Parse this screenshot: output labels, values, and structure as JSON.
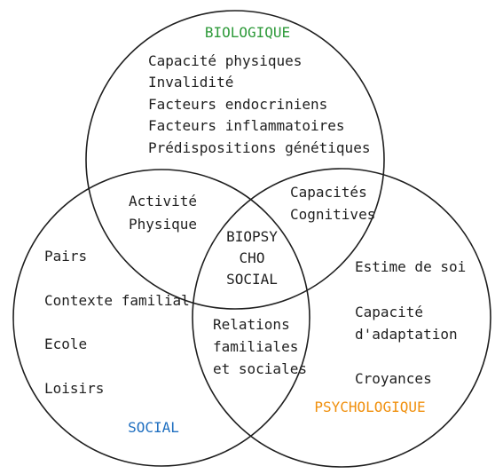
{
  "colors": {
    "biologique": "#2e9a3a",
    "social": "#1f6fc0",
    "psychologique": "#f0900e",
    "text": "#1f1f1f"
  },
  "biologique": {
    "title": "BIOLOGIQUE",
    "items": [
      "Capacité physiques",
      "Invalidité",
      "Facteurs endocriniens",
      "Facteurs inflammatoires",
      "Prédispositions génétiques"
    ]
  },
  "social": {
    "title": "SOCIAL",
    "items": [
      "Pairs",
      "Contexte familial",
      "Ecole",
      "Loisirs"
    ]
  },
  "psychologique": {
    "title": "PSYCHOLOGIQUE",
    "items": [
      "Estime de soi",
      "Capacité",
      "d'adaptation",
      "Croyances"
    ]
  },
  "bio_social": [
    "Activité",
    "Physique"
  ],
  "bio_psycho": [
    "Capacités",
    "Cognitives"
  ],
  "social_psycho": [
    "Relations",
    "familiales",
    "et sociales"
  ],
  "center": [
    "BIOPSY",
    "CHO",
    "SOCIAL"
  ]
}
